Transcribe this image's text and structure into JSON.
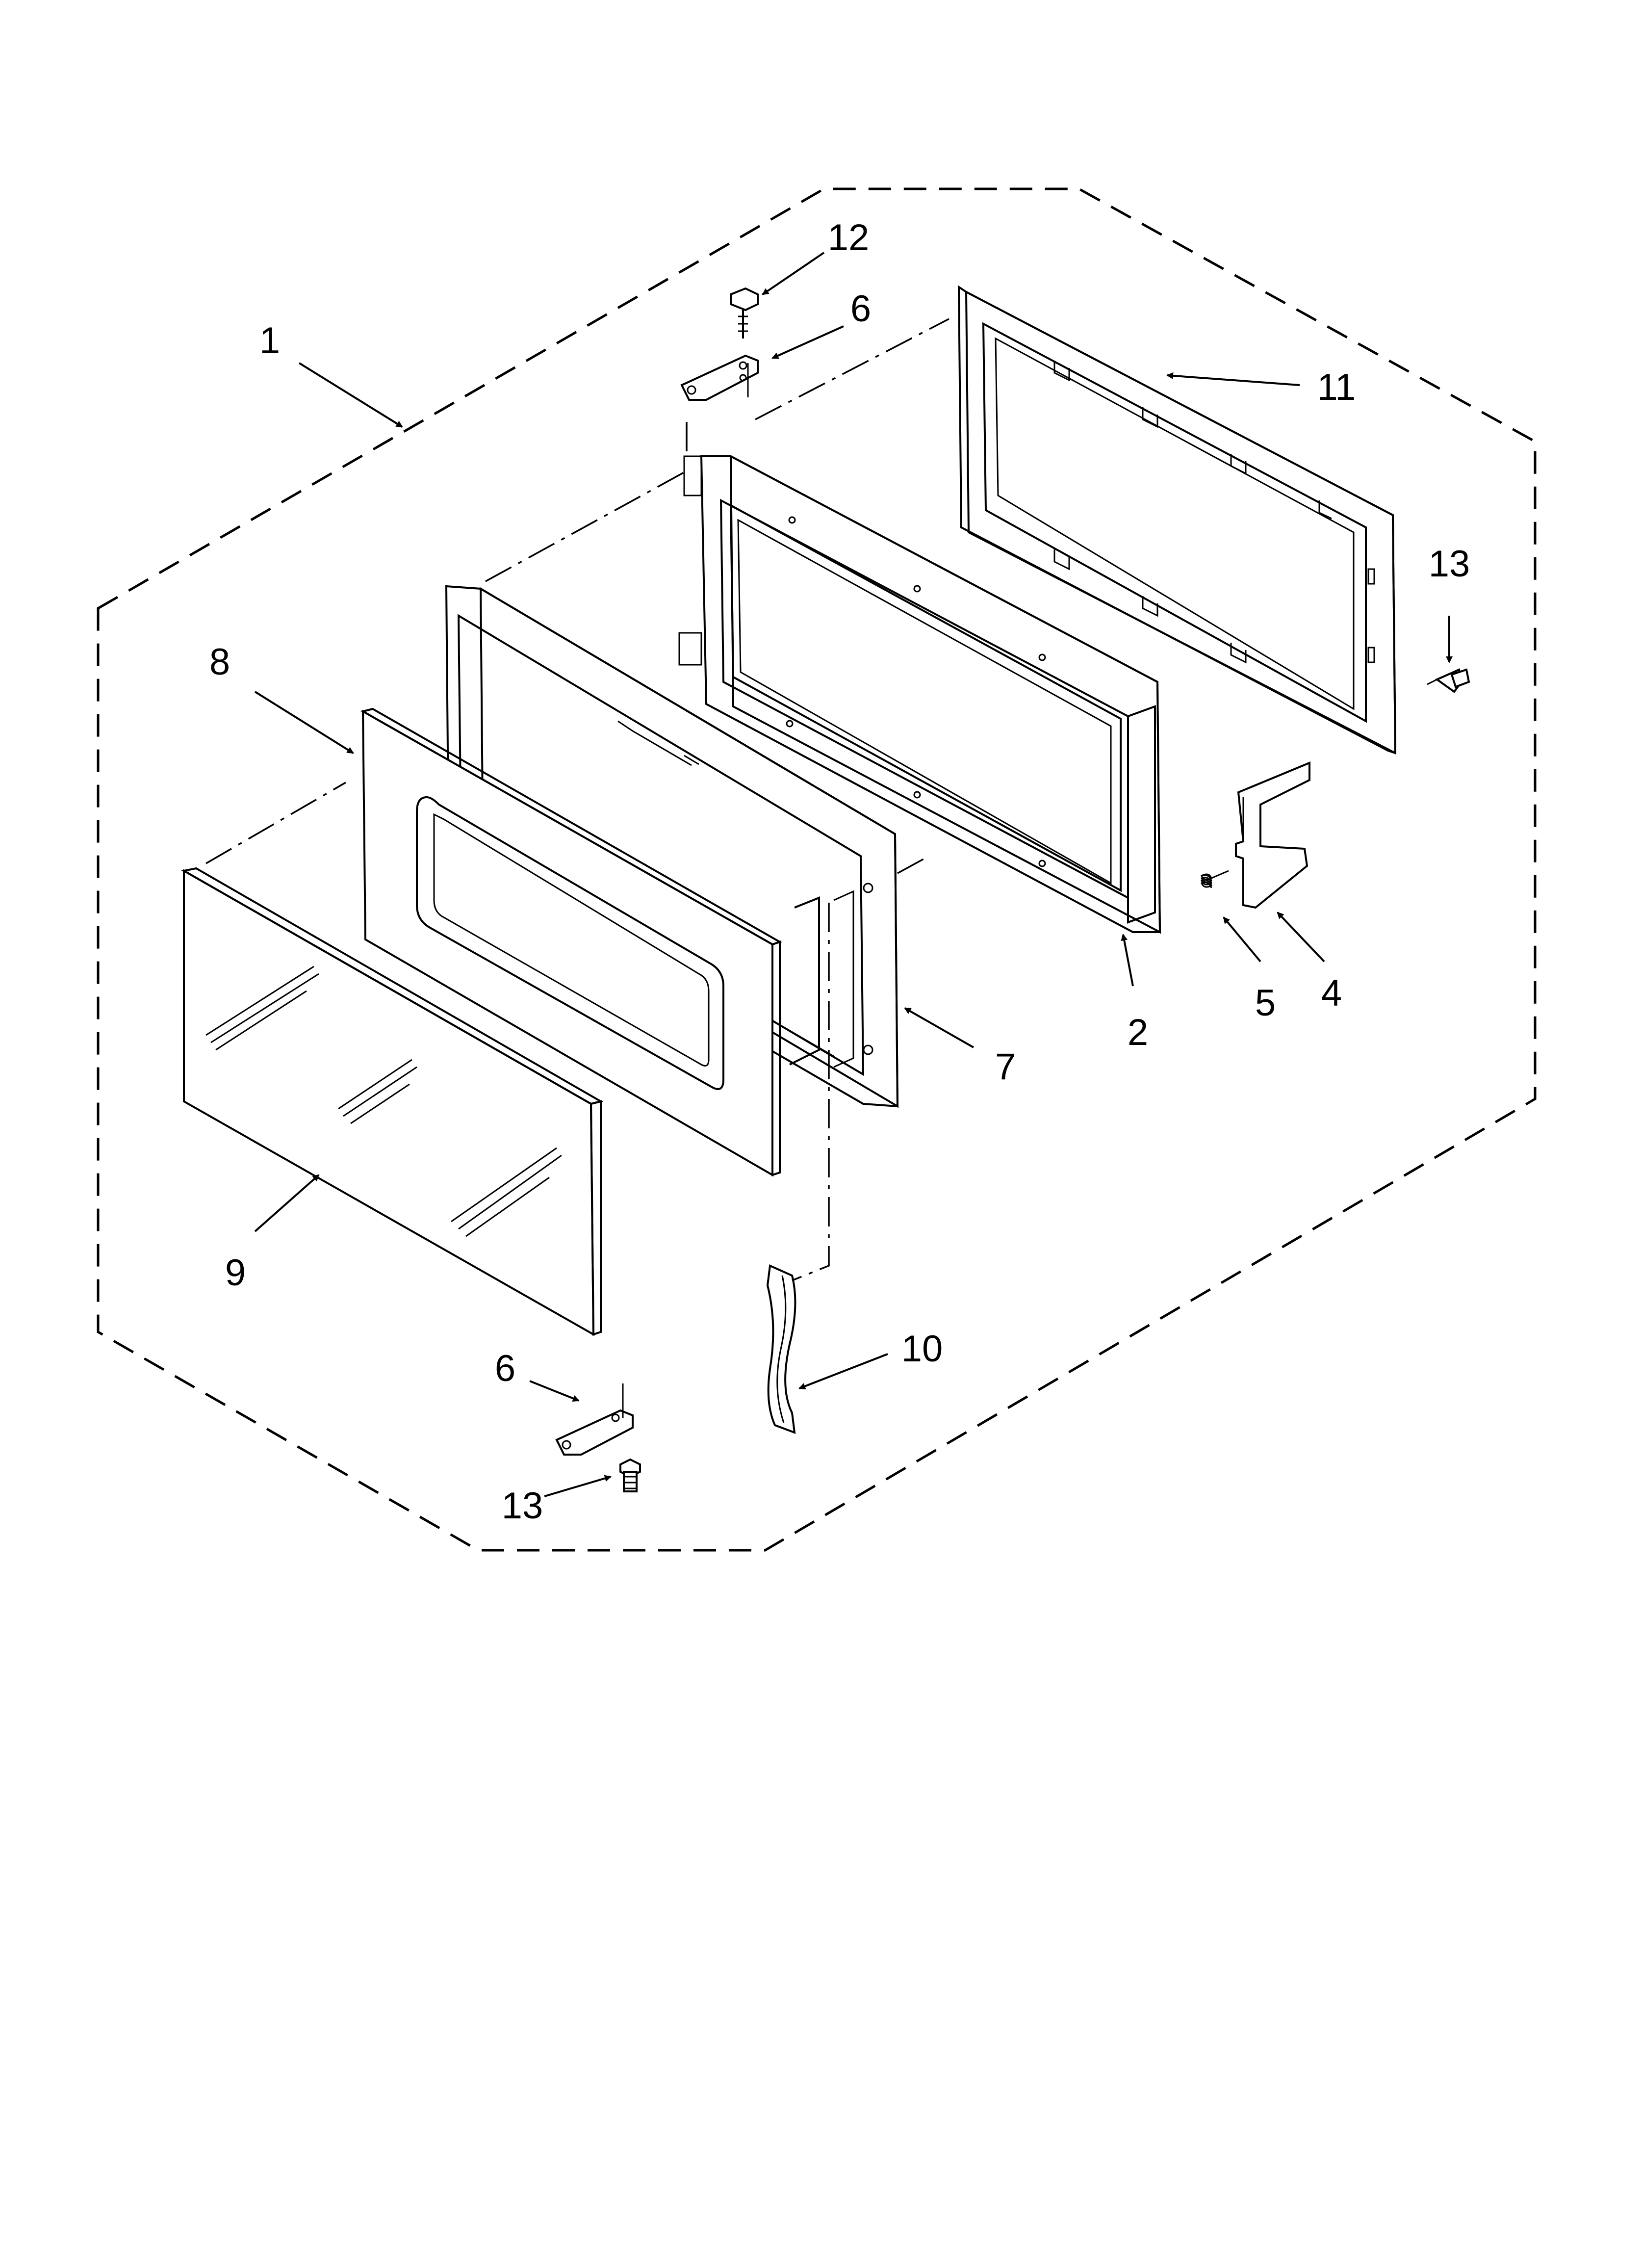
{
  "callouts": [
    {
      "id": "c1",
      "label": "1"
    },
    {
      "id": "c2",
      "label": "2"
    },
    {
      "id": "c4",
      "label": "4"
    },
    {
      "id": "c5",
      "label": "5"
    },
    {
      "id": "c6a",
      "label": "6"
    },
    {
      "id": "c6b",
      "label": "6"
    },
    {
      "id": "c7",
      "label": "7"
    },
    {
      "id": "c8",
      "label": "8"
    },
    {
      "id": "c9",
      "label": "9"
    },
    {
      "id": "c10",
      "label": "10"
    },
    {
      "id": "c11",
      "label": "11"
    },
    {
      "id": "c12",
      "label": "12"
    },
    {
      "id": "c13a",
      "label": "13"
    },
    {
      "id": "c13b",
      "label": "13"
    }
  ]
}
